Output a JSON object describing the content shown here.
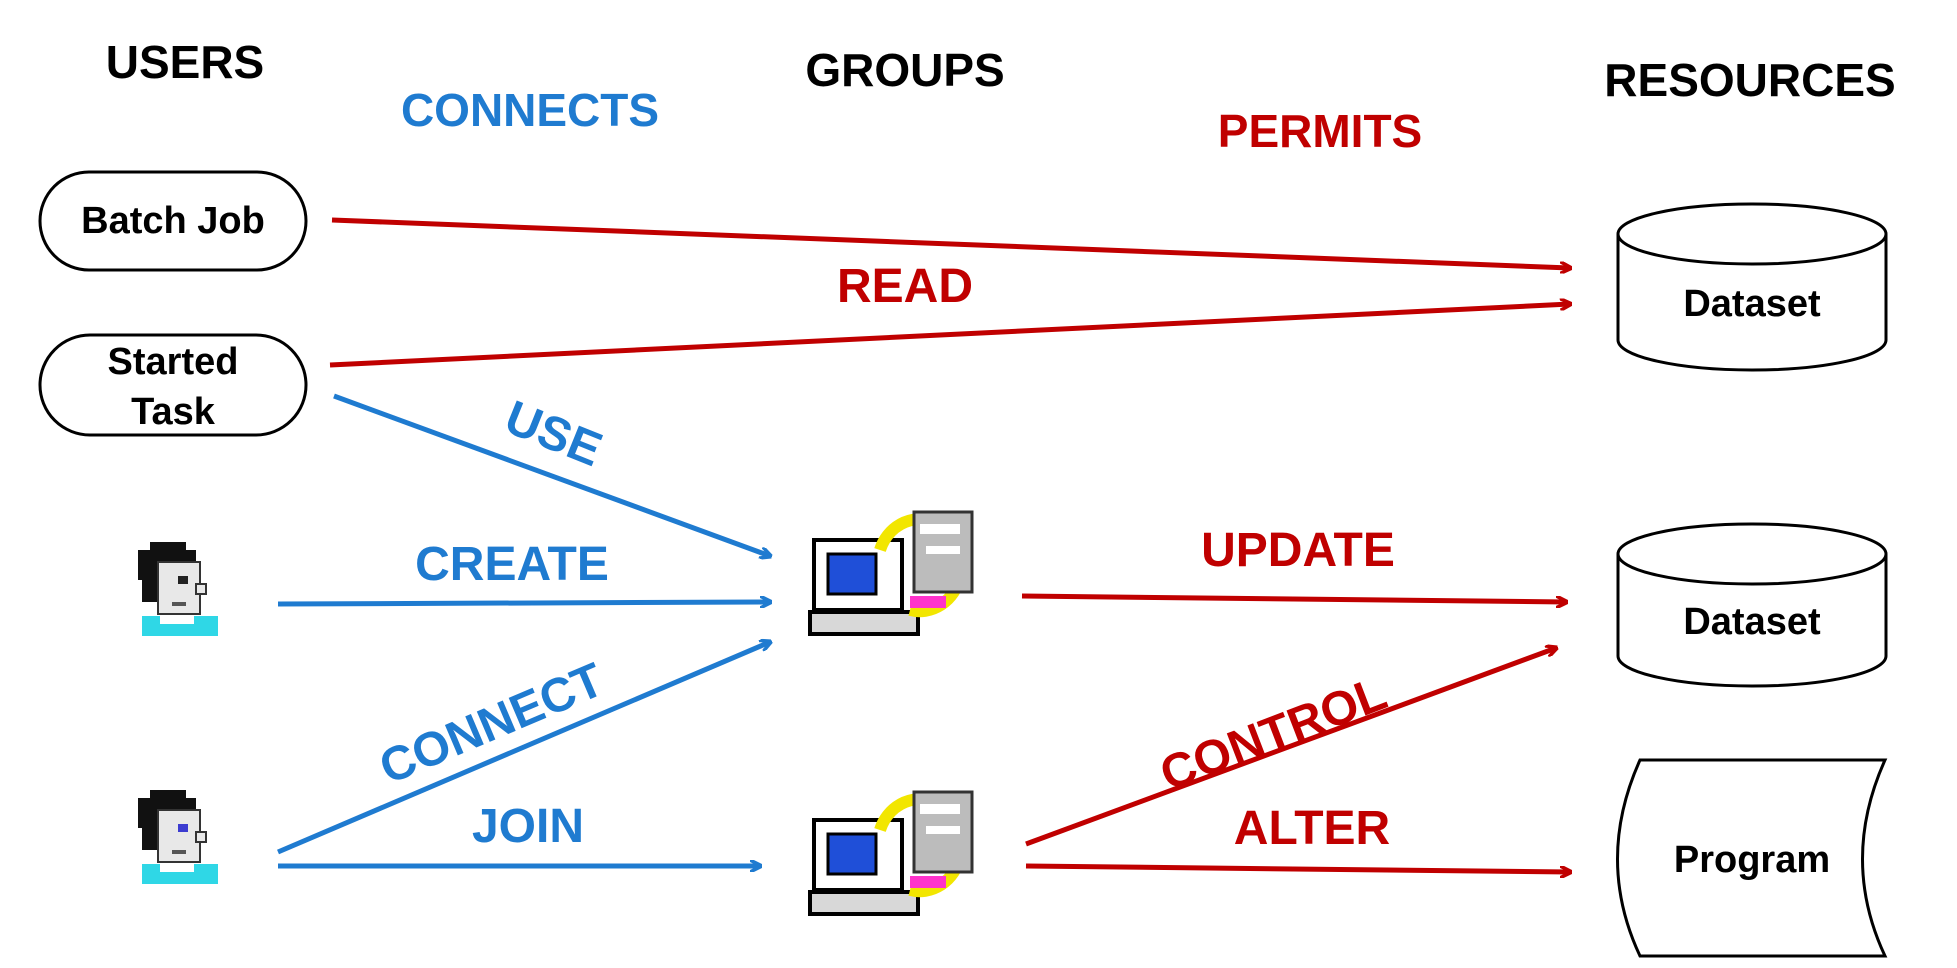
{
  "colors": {
    "connects": "#1F7BD0",
    "permits": "#C00000",
    "text": "#000000",
    "background": "#FFFFFF"
  },
  "headings": {
    "users": "USERS",
    "connects": "CONNECTS",
    "groups": "GROUPS",
    "permits": "PERMITS",
    "resources": "RESOURCES"
  },
  "users": [
    {
      "kind": "batch-job",
      "label": "Batch Job"
    },
    {
      "kind": "started-task",
      "label_line1": "Started",
      "label_line2": "Task"
    },
    {
      "kind": "person",
      "icon": "person-icon"
    },
    {
      "kind": "person",
      "icon": "person-icon"
    }
  ],
  "groups": [
    {
      "icon": "group-computer-icon"
    },
    {
      "icon": "group-computer-icon"
    }
  ],
  "resources": [
    {
      "kind": "dataset",
      "label": "Dataset",
      "icon": "database-cylinder-icon"
    },
    {
      "kind": "dataset",
      "label": "Dataset",
      "icon": "database-cylinder-icon"
    },
    {
      "kind": "program",
      "label": "Program",
      "icon": "program-shape-icon"
    }
  ],
  "connections": {
    "use": "USE",
    "create": "CREATE",
    "connect": "CONNECT",
    "join": "JOIN"
  },
  "permissions": {
    "read": "READ",
    "update": "UPDATE",
    "control": "CONTROL",
    "alter": "ALTER"
  }
}
